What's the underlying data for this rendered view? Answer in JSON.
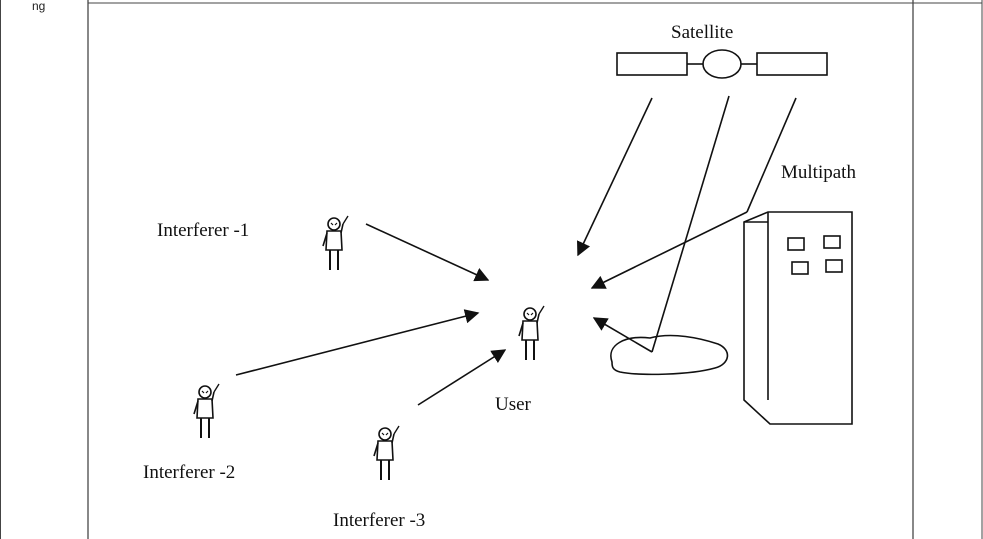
{
  "header": {
    "cut_text": "ng"
  },
  "labels": {
    "satellite": "Satellite",
    "multipath": "Multipath",
    "user": "User",
    "interferer_1": "Interferer -1",
    "interferer_2": "Interferer -2",
    "interferer_3": "Interferer -3"
  },
  "icons": {
    "satellite": "satellite-icon",
    "person": "person-with-antenna-icon",
    "building": "building-icon",
    "puddle": "reflecting-surface-icon"
  },
  "colors": {
    "ink": "#111111",
    "background": "#ffffff"
  }
}
